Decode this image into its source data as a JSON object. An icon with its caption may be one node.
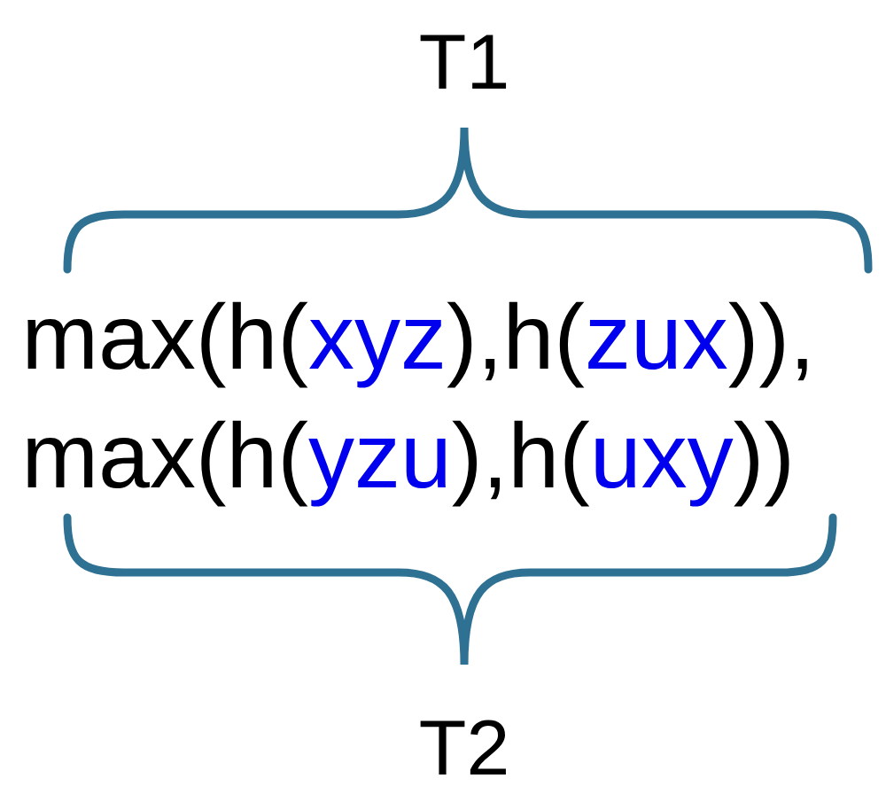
{
  "diagram": {
    "labels": [
      "T1",
      "max(h(",
      "xyz",
      "),h(",
      "zux",
      ")),",
      "max(h(",
      "yzu",
      "),h(",
      "uxy",
      "))",
      "T2"
    ]
  }
}
